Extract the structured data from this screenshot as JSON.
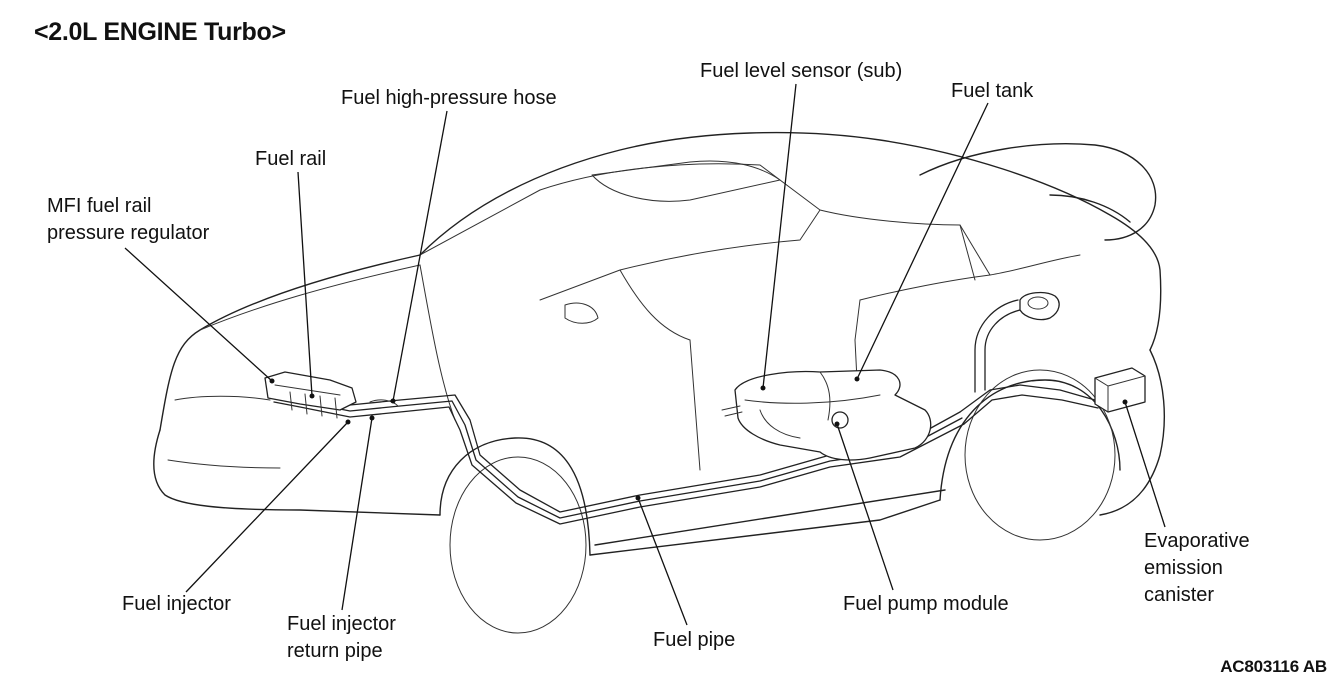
{
  "title": "<2.0L ENGINE Turbo>",
  "figure_code": "AC803116 AB",
  "labels": {
    "mfi_regulator": [
      "MFI fuel rail",
      "pressure regulator"
    ],
    "fuel_rail": "Fuel rail",
    "high_pressure_hose": "Fuel high-pressure hose",
    "level_sensor": "Fuel level sensor (sub)",
    "fuel_tank": "Fuel tank",
    "fuel_injector": "Fuel injector",
    "return_pipe": [
      "Fuel injector",
      "return pipe"
    ],
    "fuel_pipe": "Fuel pipe",
    "pump_module": "Fuel pump module",
    "canister": [
      "Evaporative",
      "emission",
      "canister"
    ]
  }
}
